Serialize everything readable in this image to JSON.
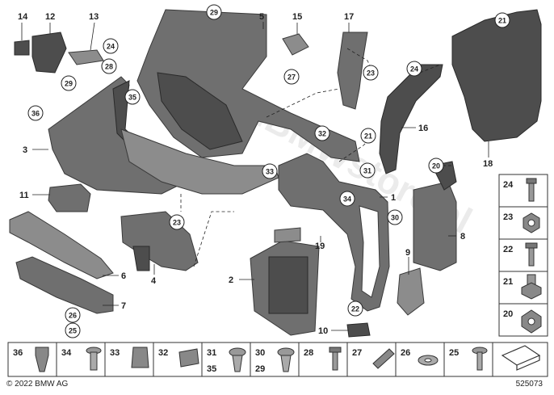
{
  "diagram": {
    "copyright": "© 2022 BMW AG",
    "diagram_number": "525073",
    "watermark": "www.BMWstore.pl",
    "callouts_plain": [
      "14",
      "12",
      "13",
      "5",
      "15",
      "17",
      "3",
      "11",
      "6",
      "7",
      "4",
      "2",
      "1",
      "8",
      "9",
      "10",
      "16",
      "18",
      "19"
    ],
    "callouts_circled": [
      "24",
      "28",
      "29",
      "35",
      "36",
      "29",
      "27",
      "21",
      "23",
      "24",
      "21",
      "32",
      "33",
      "31",
      "34",
      "20",
      "30",
      "23",
      "22",
      "26",
      "25"
    ],
    "side_column": [
      "24",
      "23",
      "22",
      "21",
      "20"
    ],
    "bottom_row": [
      {
        "top": "36",
        "bottom": ""
      },
      {
        "top": "34",
        "bottom": ""
      },
      {
        "top": "33",
        "bottom": ""
      },
      {
        "top": "32",
        "bottom": ""
      },
      {
        "top": "31",
        "bottom": "35"
      },
      {
        "top": "30",
        "bottom": "29"
      },
      {
        "top": "28",
        "bottom": ""
      },
      {
        "top": "27",
        "bottom": ""
      },
      {
        "top": "26",
        "bottom": ""
      },
      {
        "top": "25",
        "bottom": ""
      }
    ]
  }
}
